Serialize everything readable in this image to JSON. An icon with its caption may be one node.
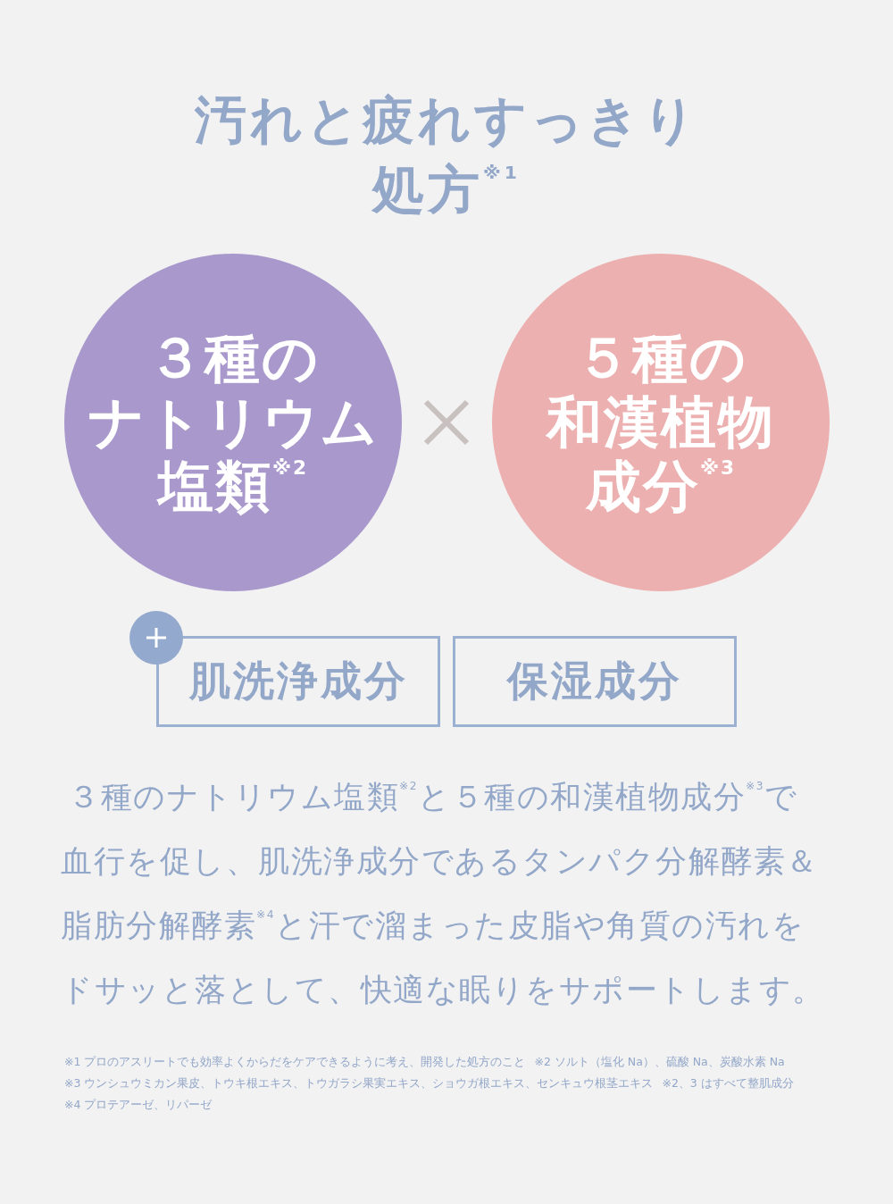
{
  "diagram": {
    "title": "汚れと疲れすっきり処方$^{※1}$",
    "nodes": [
      {
        "text": [
          "３種のナトリウム塩類$^{※2}$"
        ]
      },
      {
        "text": [
          "５種の和漢植物成分$^{※3}$"
        ]
      },
      {
        "text": [
          "肌洗浄成分"
        ]
      },
      {
        "text": [
          "保湿成分"
        ]
      }
    ],
    "labels": [
      "３種のナトリウム塩類$^{※2}$と５種の和漢植物成分$^{※3}$で血行を促し、肌洗浄成分であるタンパク分解酵素＆脂肪分解酵素$^{※4}$と汗で溜まった皮脂や角質の汚れをドサッと落として、快適な眠りをサポートします。",
      "※1 プロのアスリートでも効率よくからだをケアできるように考え、開発した処方のこと",
      "※2 ソルト（塩化 Na）、硫酸 Na、炭酸水素 Na",
      "※3 ウンシュウミカン果皮、トウキ根エキス、トウガラシ果実エキス、ショウガ根エキス、センキュウ根茎エキス",
      "※2、3 はすべて整肌成分",
      "※4 プロテアーゼ、リパーゼ"
    ]
  }
}
